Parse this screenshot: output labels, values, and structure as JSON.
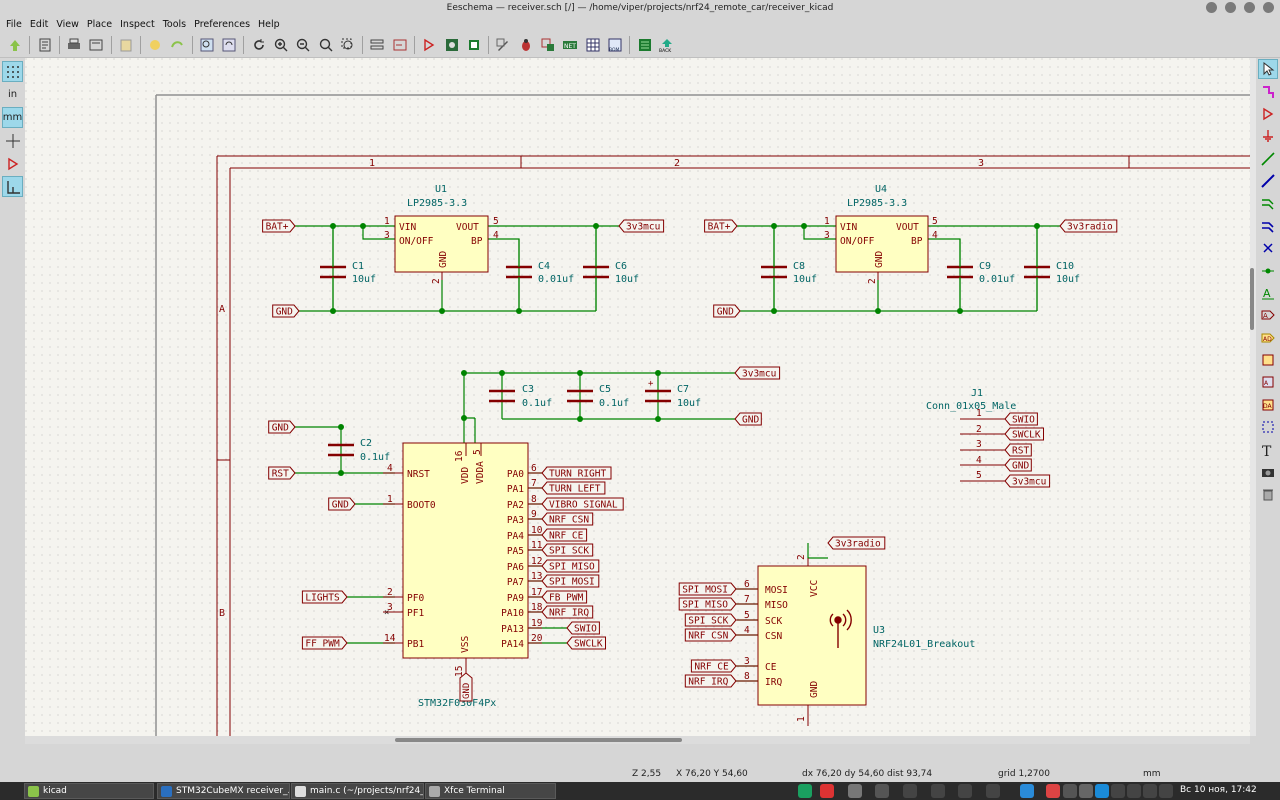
{
  "window": {
    "title": "Eeschema — receiver.sch [/] — /home/viper/projects/nrf24_remote_car/receiver_kicad"
  },
  "menu": [
    "File",
    "Edit",
    "View",
    "Place",
    "Inspect",
    "Tools",
    "Preferences",
    "Help"
  ],
  "left_toolbar": {
    "units_in": "in",
    "units_mm": "mm"
  },
  "frame": {
    "cols": [
      "1",
      "2",
      "3"
    ],
    "rows": [
      "A",
      "B"
    ]
  },
  "labels": {
    "u1_ref": "U1",
    "u1_val": "LP2985-3.3",
    "u4_ref": "U4",
    "u4_val": "LP2985-3.3",
    "vin": "VIN",
    "onoff": "ON/OFF",
    "vout": "VOUT",
    "bp": "BP",
    "gnd_pin": "GND",
    "p1": "1",
    "p2": "2",
    "p3": "3",
    "p4": "4",
    "p5": "5",
    "p6": "6",
    "p7": "7",
    "p8": "8",
    "bat1": "BAT+",
    "bat2": "BAT+",
    "gnd1": "GND",
    "gnd2": "GND",
    "gnd3": "GND",
    "gnd4": "GND",
    "gnd5": "GND",
    "gnd6": "GND",
    "gnd7": "GND",
    "v3mcu1": "3v3mcu",
    "v3mcu2": "3v3mcu",
    "v3mcu3": "3v3mcu",
    "v3radio1": "3v3radio",
    "v3radio2": "3v3radio",
    "c1": "C1",
    "c1v": "10uf",
    "c4": "C4",
    "c4v": "0.01uf",
    "c6": "C6",
    "c6v": "10uf",
    "c8": "C8",
    "c8v": "10uf",
    "c9": "C9",
    "c9v": "0.01uf",
    "c10": "C10",
    "c10v": "10uf",
    "c3": "C3",
    "c3v": "0.1uf",
    "c5": "C5",
    "c5v": "0.1uf",
    "c7": "C7",
    "c7v": "10uf",
    "c2": "C2",
    "c2v": "0.1uf",
    "j1_ref": "J1",
    "j1_val": "Conn_01x05_Male",
    "j1_sig": [
      "SWIO",
      "SWCLK",
      "RST",
      "GND",
      "3v3mcu"
    ],
    "stm_ref": "STM32F030F4Px",
    "stm_left_pins": [
      {
        "num": "4",
        "name": "NRST",
        "net": "RST"
      },
      {
        "num": "1",
        "name": "BOOT0",
        "net": "GND"
      },
      {
        "num": "2",
        "name": "PF0",
        "net": "LIGHTS"
      },
      {
        "num": "3",
        "name": "PF1",
        "net": ""
      },
      {
        "num": "14",
        "name": "PB1",
        "net": "FF_PWM"
      }
    ],
    "stm_right_pins": [
      {
        "num": "6",
        "name": "PA0",
        "net": "TURN_RIGHT"
      },
      {
        "num": "7",
        "name": "PA1",
        "net": "TURN_LEFT"
      },
      {
        "num": "8",
        "name": "PA2",
        "net": "VIBRO_SIGNAL"
      },
      {
        "num": "9",
        "name": "PA3",
        "net": "NRF_CSN"
      },
      {
        "num": "10",
        "name": "PA4",
        "net": "NRF_CE"
      },
      {
        "num": "11",
        "name": "PA5",
        "net": "SPI_SCK"
      },
      {
        "num": "12",
        "name": "PA6",
        "net": "SPI_MISO"
      },
      {
        "num": "13",
        "name": "PA7",
        "net": "SPI_MOSI"
      },
      {
        "num": "17",
        "name": "PA9",
        "net": "FB_PWM"
      },
      {
        "num": "18",
        "name": "PA10",
        "net": "NRF_IRQ"
      },
      {
        "num": "19",
        "name": "PA13",
        "net": "SWIO"
      },
      {
        "num": "20",
        "name": "PA14",
        "net": "SWCLK"
      }
    ],
    "stm_top": {
      "vdd": "VDD",
      "vdda": "VDDA",
      "n16": "16",
      "n5": "5"
    },
    "stm_bottom": {
      "vss": "VSS",
      "n15": "15"
    },
    "u3_ref": "U3",
    "u3_val": "NRF24L01_Breakout",
    "u3_pins": [
      {
        "num": "6",
        "name": "MOSI",
        "net": "SPI_MOSI"
      },
      {
        "num": "7",
        "name": "MISO",
        "net": "SPI_MISO"
      },
      {
        "num": "5",
        "name": "SCK",
        "net": "SPI_SCK"
      },
      {
        "num": "4",
        "name": "CSN",
        "net": "NRF_CSN"
      },
      {
        "num": "3",
        "name": "CE",
        "net": "NRF_CE"
      },
      {
        "num": "8",
        "name": "IRQ",
        "net": "NRF_IRQ"
      }
    ],
    "u3_vcc": "VCC",
    "u3_gnd": "GND",
    "u3_n2": "2",
    "u3_n1": "1"
  },
  "status": {
    "zoom": "Z 2,55",
    "xy": "X 76,20  Y 54,60",
    "delta": "dx 76,20  dy 54,60  dist 93,74",
    "grid": "grid 1,2700",
    "units": "mm"
  },
  "taskbar": {
    "items": [
      "kicad",
      "STM32CubeMX receiver_...",
      "main.c (~/projects/nrf24_...",
      "Xfce Terminal"
    ],
    "clock": "Вс 10 ноя, 17:42"
  },
  "colors": {
    "wire": "#008400",
    "symbol_line": "#840000",
    "symbol_fill": "#ffffc2",
    "ref_text": "#006464",
    "pin_text": "#840000",
    "junction": "#008400",
    "canvas": "#f5f4ef"
  }
}
